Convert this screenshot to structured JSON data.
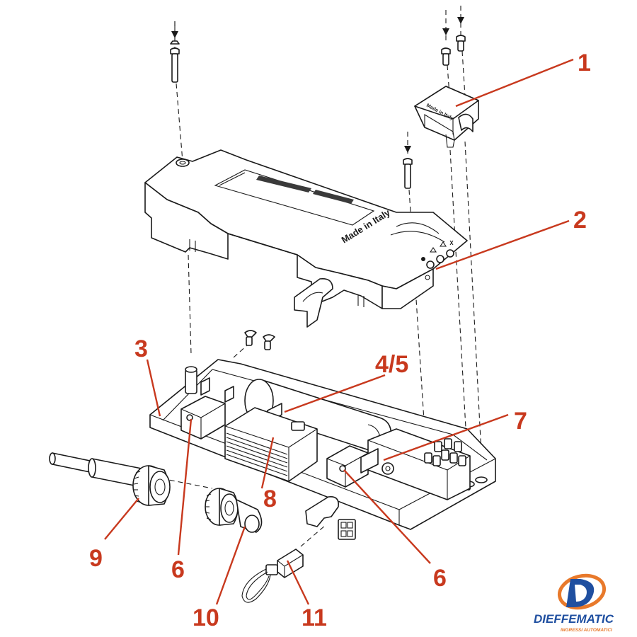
{
  "labels": {
    "p1": "1",
    "p2": "2",
    "p3": "3",
    "p4": "4/5",
    "p7": "7",
    "p8": "8",
    "p6a": "6",
    "p6b": "6",
    "p9": "9",
    "p10": "10",
    "p11": "11"
  },
  "embossed": {
    "cover_text": "Made in Italy",
    "cap_text": "Made in Italy"
  },
  "brand": {
    "name": "DIEFFEMATIC",
    "tagline": "INGRESSI AUTOMATICI"
  },
  "colors": {
    "callout": "#c8391e",
    "line": "#1a1a1a",
    "brand_blue": "#1f4fa0",
    "brand_orange": "#e8792b"
  }
}
